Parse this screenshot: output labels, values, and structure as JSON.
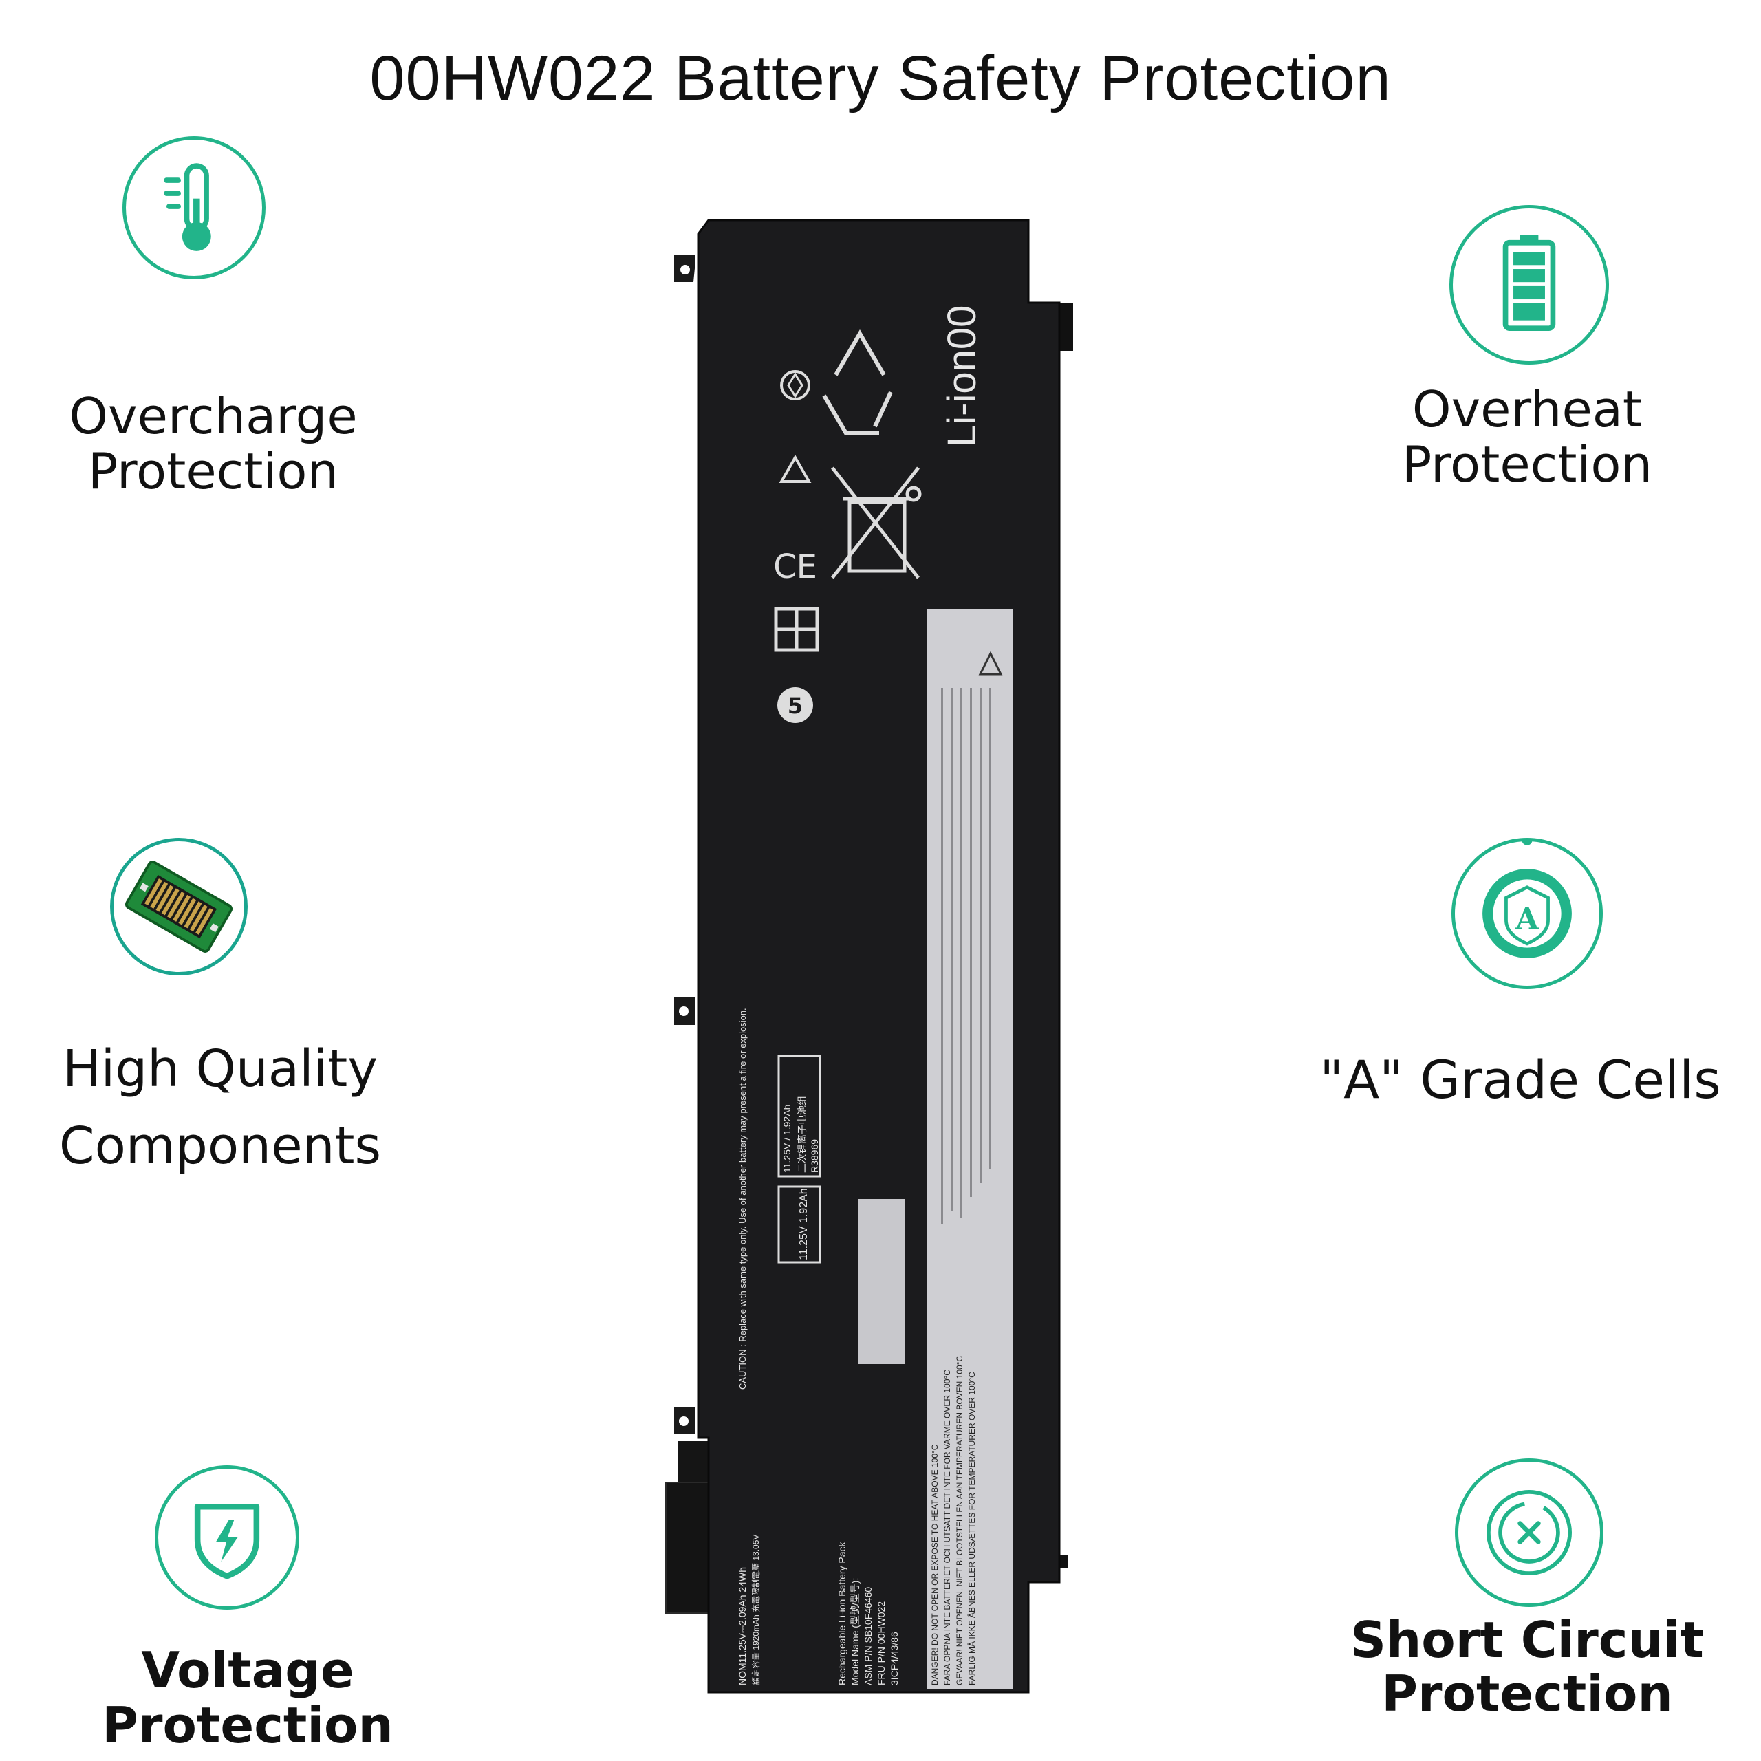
{
  "page": {
    "title": "00HW022 Battery Safety Protection",
    "accent_color": "#22b48a"
  },
  "features": {
    "overcharge": {
      "icon": "thermometer-icon",
      "lines": [
        "Overcharge",
        "Protection"
      ]
    },
    "overheat": {
      "icon": "battery-level-icon",
      "lines": [
        "Overheat",
        "Protection"
      ]
    },
    "components": {
      "icon": "circuit-board-icon",
      "lines": [
        "High Quality",
        "Components"
      ]
    },
    "cells": {
      "icon": "grade-a-badge-icon",
      "lines": [
        "\"A\" Grade Cells"
      ]
    },
    "voltage": {
      "icon": "lightning-shield-icon",
      "lines": [
        "Voltage",
        "Protection"
      ]
    },
    "short_circuit": {
      "icon": "close-circle-icon",
      "lines": [
        "Short Circuit",
        "Protection"
      ]
    }
  },
  "battery": {
    "chem_label": "Li-ion00",
    "label_main": [
      "Rechargeable Li-ion Battery Pack",
      "Model Name (型號/型号):",
      "ASM P/N SB10F46460",
      "FRU P/N 00HW022",
      "3ICP4/43/86"
    ],
    "rating_1": "NOM11.25V⎓2.09Ah 24Wh",
    "rating_2": "額定容量 1920mAh 充電限制電壓 13.05V",
    "caution": "CAUTION : Replace with same type only. Use of another battery may present a fire or explosion.",
    "ps_rating": "11.25V 1.92Ah",
    "box_rating": "11.25V / 1.92Ah",
    "box_code": "R38969",
    "box_cn": "二次锂离子电池组",
    "warnings": [
      "DANGER! DO NOT OPEN OR EXPOSE TO HEAT ABOVE 100°C",
      "FARA OPPNA INTE BATTERIET OCH UTSATT DET INTE FOR VARME OVER 100°C",
      "GEVAAR! NIET OPENEN, NIET BLOOTSTELLEN AAN TEMPERATUREN BOVEN 100°C",
      "FARLIG MÅ IKKE ÅBNES ELLER UDSÆTTES FOR TEMPERATURER OVER 100°C"
    ]
  }
}
